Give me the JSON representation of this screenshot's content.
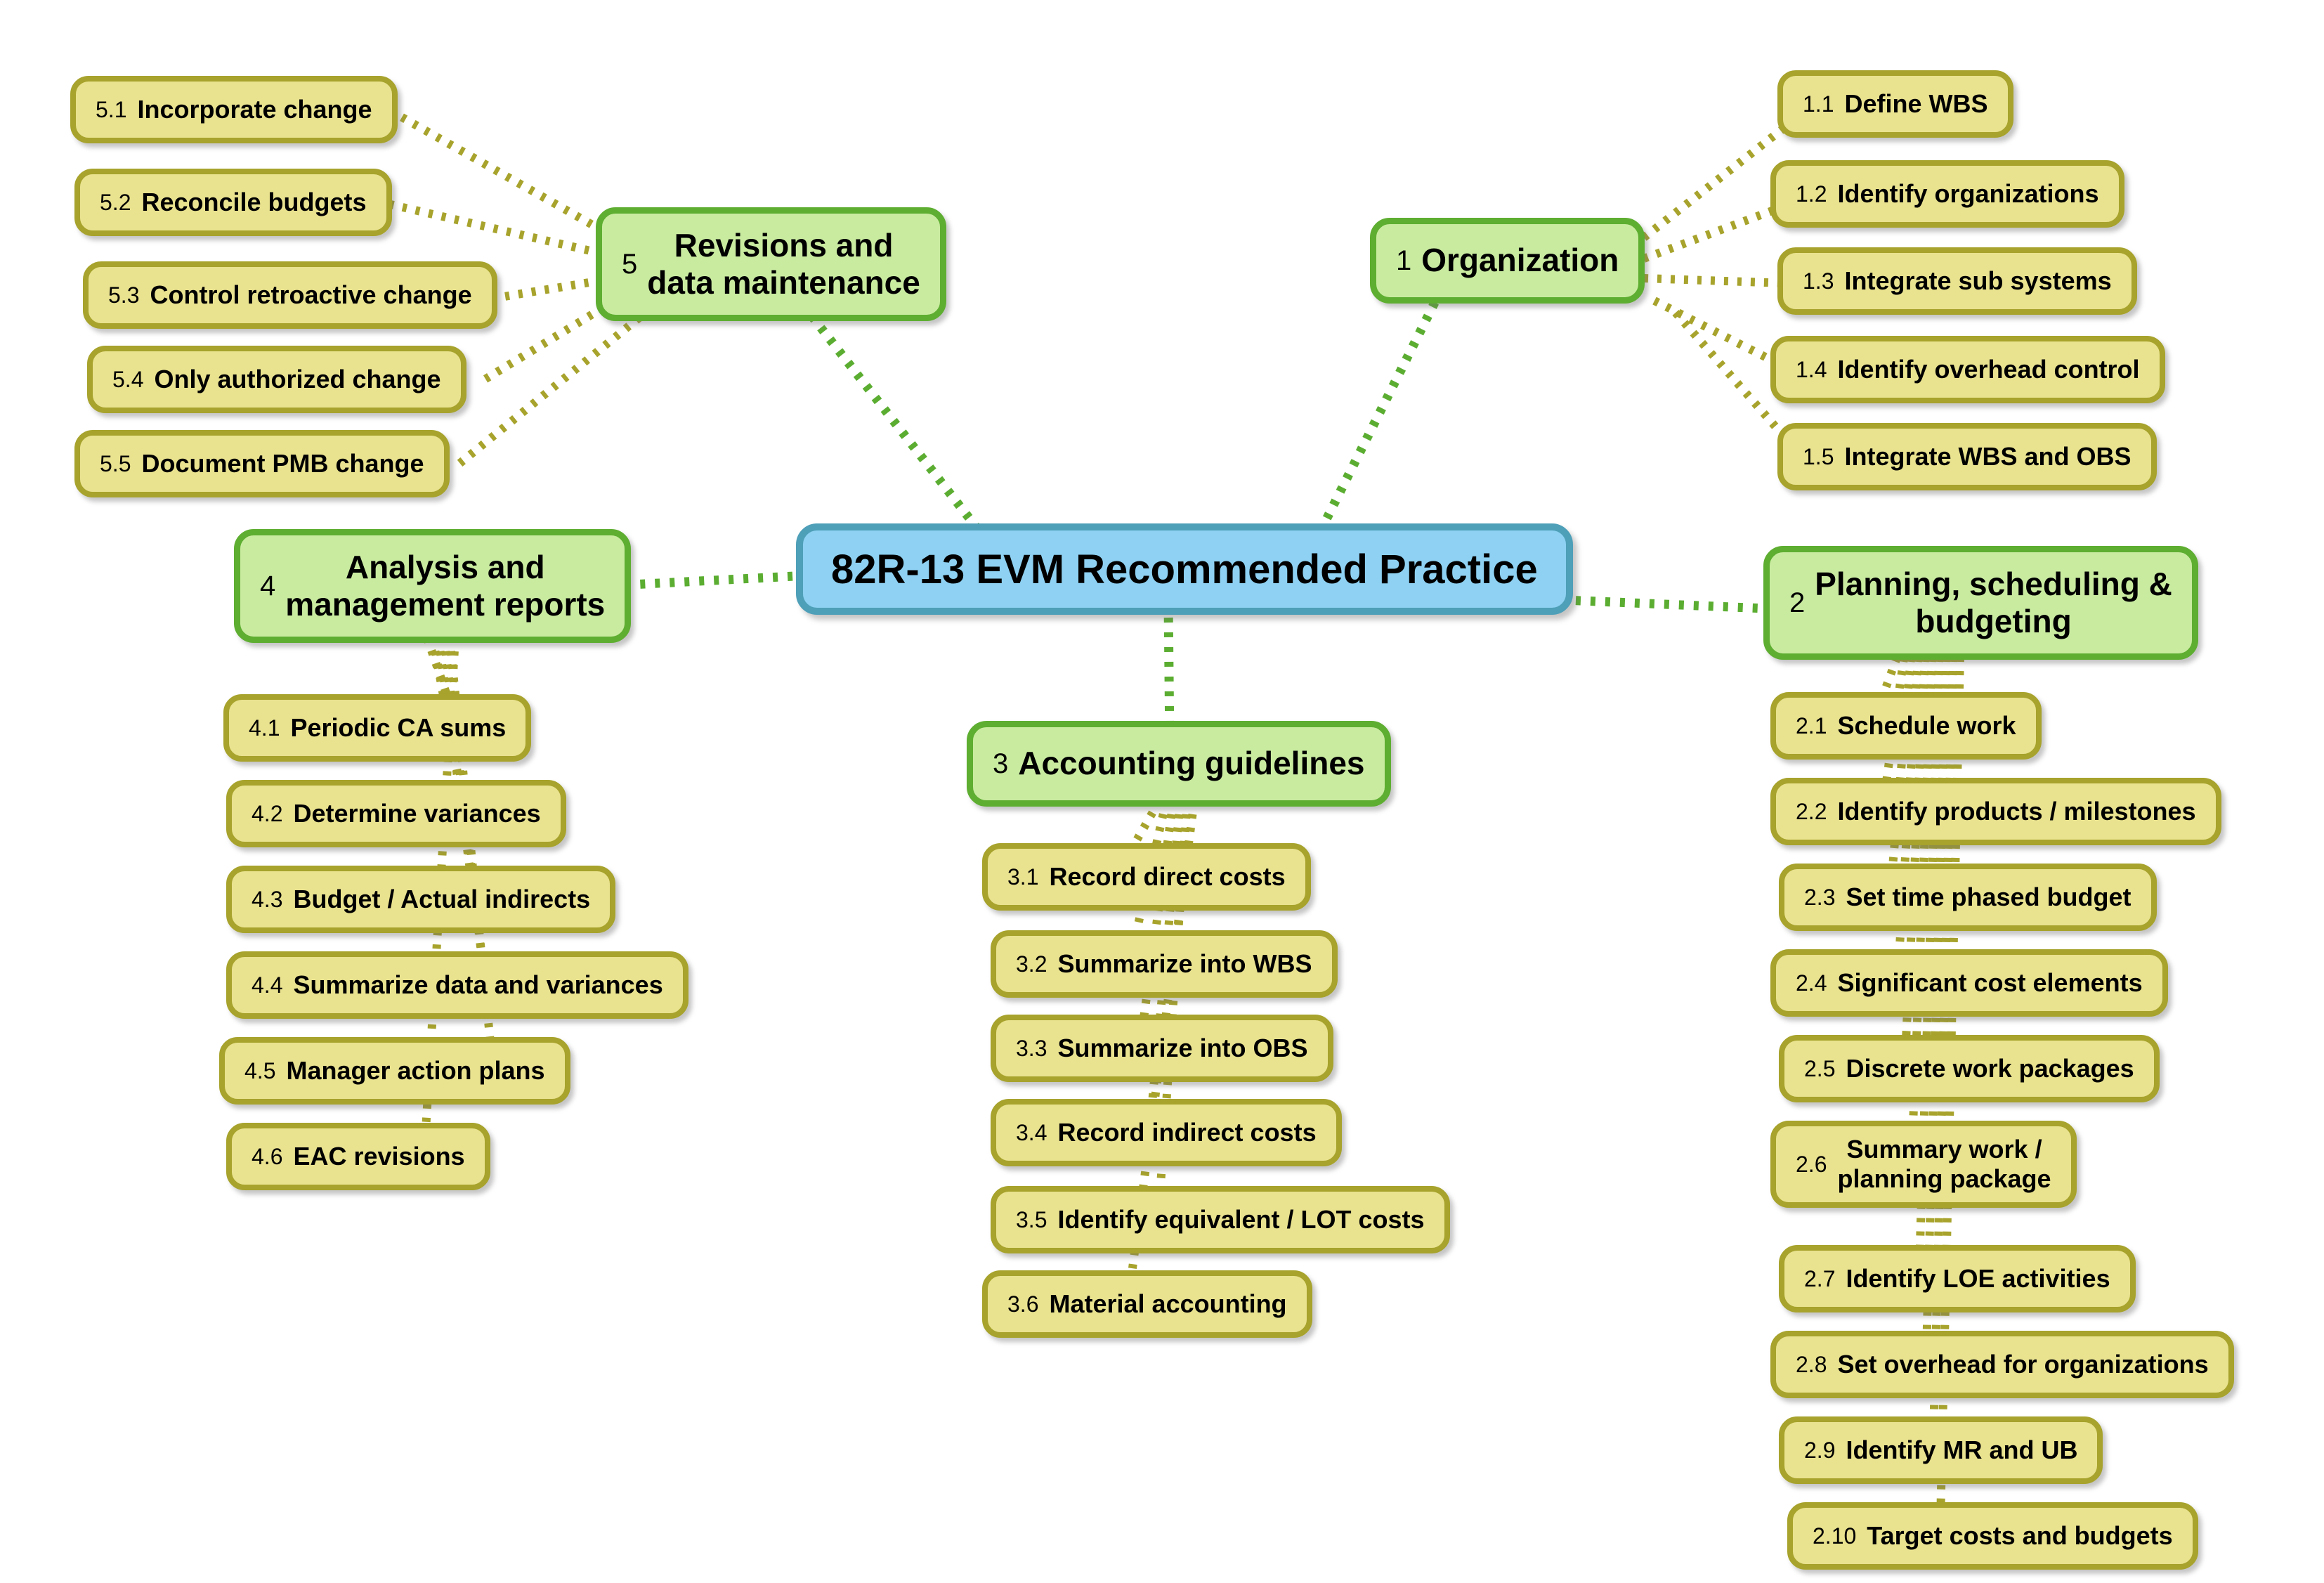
{
  "central": {
    "label": "82R-13 EVM Recommended Practice"
  },
  "branches": [
    {
      "num": "1",
      "label": "Organization",
      "items": [
        {
          "num": "1.1",
          "label": "Define WBS"
        },
        {
          "num": "1.2",
          "label": "Identify organizations"
        },
        {
          "num": "1.3",
          "label": "Integrate sub systems"
        },
        {
          "num": "1.4",
          "label": "Identify overhead control"
        },
        {
          "num": "1.5",
          "label": "Integrate WBS and OBS"
        }
      ]
    },
    {
      "num": "2",
      "label": "Planning, scheduling &\nbudgeting",
      "items": [
        {
          "num": "2.1",
          "label": "Schedule work"
        },
        {
          "num": "2.2",
          "label": "Identify products / milestones"
        },
        {
          "num": "2.3",
          "label": "Set time phased budget"
        },
        {
          "num": "2.4",
          "label": "Significant cost elements"
        },
        {
          "num": "2.5",
          "label": "Discrete work packages"
        },
        {
          "num": "2.6",
          "label": "Summary work /\nplanning package"
        },
        {
          "num": "2.7",
          "label": "Identify LOE activities"
        },
        {
          "num": "2.8",
          "label": "Set overhead for organizations"
        },
        {
          "num": "2.9",
          "label": "Identify MR and UB"
        },
        {
          "num": "2.10",
          "label": "Target costs and budgets"
        }
      ]
    },
    {
      "num": "3",
      "label": "Accounting guidelines",
      "items": [
        {
          "num": "3.1",
          "label": "Record direct costs"
        },
        {
          "num": "3.2",
          "label": "Summarize into WBS"
        },
        {
          "num": "3.3",
          "label": "Summarize into OBS"
        },
        {
          "num": "3.4",
          "label": "Record indirect costs"
        },
        {
          "num": "3.5",
          "label": "Identify equivalent / LOT costs"
        },
        {
          "num": "3.6",
          "label": "Material accounting"
        }
      ]
    },
    {
      "num": "4",
      "label": "Analysis and\nmanagement reports",
      "items": [
        {
          "num": "4.1",
          "label": "Periodic CA sums"
        },
        {
          "num": "4.2",
          "label": "Determine variances"
        },
        {
          "num": "4.3",
          "label": "Budget / Actual indirects"
        },
        {
          "num": "4.4",
          "label": "Summarize data and variances"
        },
        {
          "num": "4.5",
          "label": "Manager action plans"
        },
        {
          "num": "4.6",
          "label": "EAC revisions"
        }
      ]
    },
    {
      "num": "5",
      "label": "Revisions and\ndata maintenance",
      "items": [
        {
          "num": "5.1",
          "label": "Incorporate change"
        },
        {
          "num": "5.2",
          "label": "Reconcile budgets"
        },
        {
          "num": "5.3",
          "label": "Control retroactive change"
        },
        {
          "num": "5.4",
          "label": "Only authorized change"
        },
        {
          "num": "5.5",
          "label": "Document PMB change"
        }
      ]
    }
  ],
  "palette": {
    "central_fill": "#8ED1F2",
    "central_border": "#4E9FB8",
    "branch_fill": "#C9EBA0",
    "branch_border": "#5EAE31",
    "leaf_fill": "#E9E28F",
    "leaf_border": "#A7A32C",
    "connector_center": "#5BAD31",
    "connector_leaf": "#A7A32C",
    "text": "#000000",
    "background": "#FFFFFF"
  }
}
